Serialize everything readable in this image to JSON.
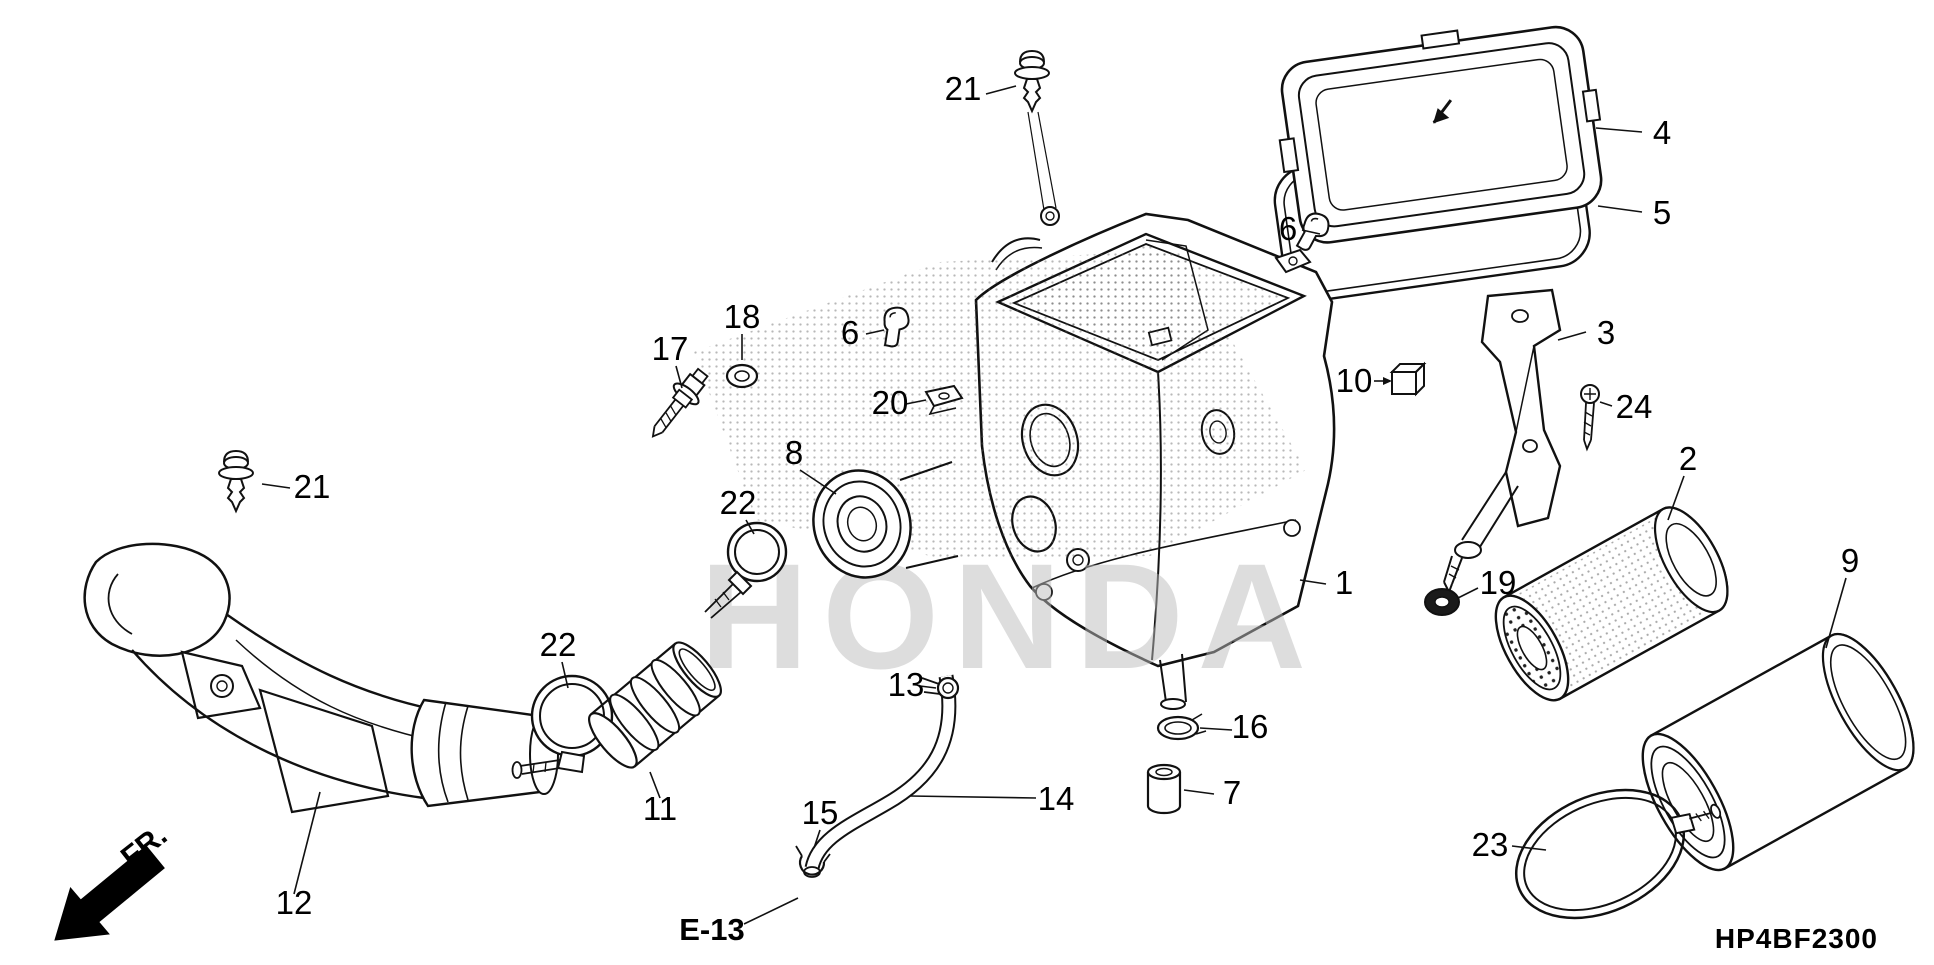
{
  "meta": {
    "diagram_code": "HP4BF2300",
    "section_ref": "E-13",
    "front_label": "FR.",
    "watermark": "HONDA"
  },
  "callouts": {
    "c21_top": "21",
    "c4": "4",
    "c5": "5",
    "c6_lid": "6",
    "c3": "3",
    "c10": "10",
    "c24": "24",
    "c18": "18",
    "c17": "17",
    "c6_case": "6",
    "c20": "20",
    "c8": "8",
    "c22_upper": "22",
    "c2": "2",
    "c9": "9",
    "c21_left": "21",
    "c1": "1",
    "c19": "19",
    "c22_lower": "22",
    "c11": "11",
    "c13": "13",
    "c16": "16",
    "c7": "7",
    "c12": "12",
    "c14": "14",
    "c15": "15",
    "c23": "23"
  }
}
